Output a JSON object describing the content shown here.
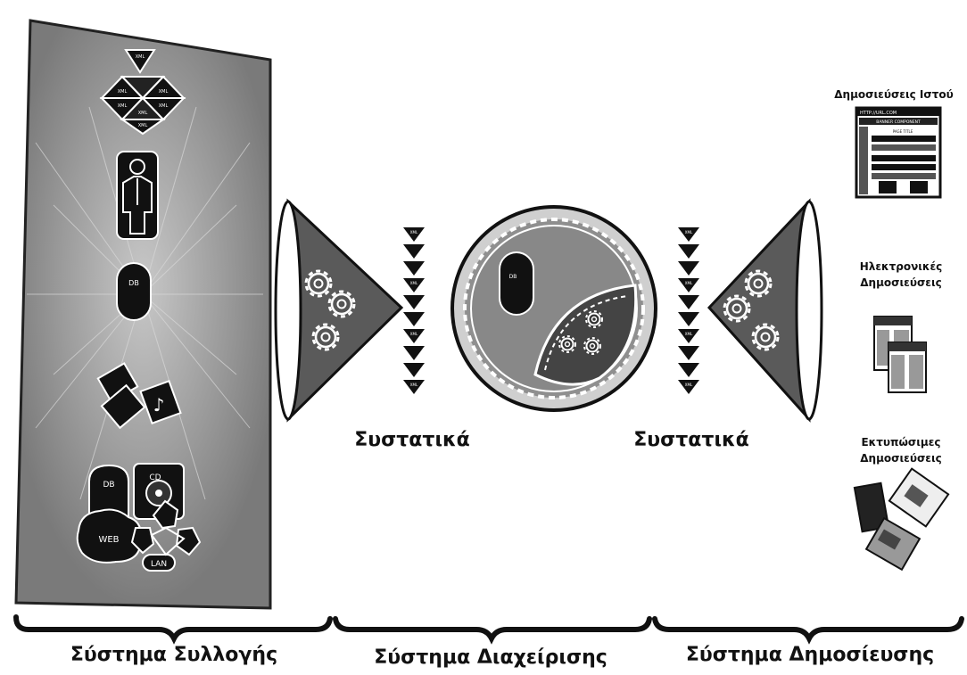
{
  "diagram": {
    "stages": [
      {
        "label": "Σύστημα Συλλογής"
      },
      {
        "label": "Σύστημα Διαχείρισης"
      },
      {
        "label": "Σύστημα Δημοσίευσης"
      }
    ],
    "collection": {
      "tag_labels": [
        "XML",
        "XML",
        "XML",
        "XML",
        "XML",
        "XML",
        "XML"
      ],
      "db_label": "DB",
      "source_labels": {
        "db": "DB",
        "cd": "CD",
        "web": "WEB",
        "lan": "LAN"
      }
    },
    "flow": {
      "left_label": "Συστατικά",
      "right_label": "Συστατικά",
      "chunk_label": "XML"
    },
    "management": {
      "db_label": "DB"
    },
    "publishing": {
      "web": {
        "title": "Δημοσιεύσεις Ιστού",
        "page_url": "HTTP://URL.COM",
        "page_banner": "BANNER COMPONENT",
        "page_title": "PAGE TITLE"
      },
      "electronic": {
        "title_line1": "Ηλεκτρονικές",
        "title_line2": "Δημοσιεύσεις"
      },
      "print": {
        "title_line1": "Εκτυπώσιμες",
        "title_line2": "Δημοσιεύσεις"
      }
    }
  }
}
